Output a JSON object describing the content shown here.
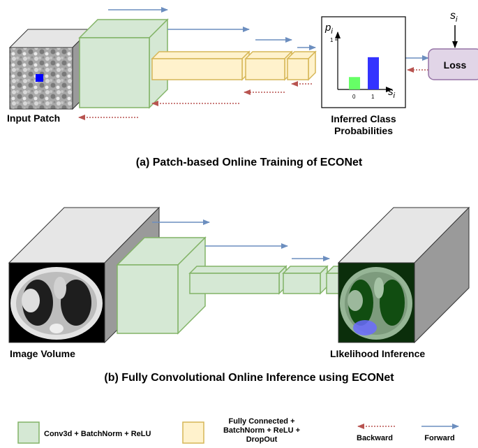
{
  "panel_a": {
    "caption": "(a) Patch-based Online Training of ECONet",
    "input_label": "Input Patch",
    "prob_label_line1": "Inferred Class",
    "prob_label_line2": "Probabilities",
    "prob_axis_y": "p",
    "prob_axis_y_sub": "i",
    "prob_axis_x": "s",
    "prob_axis_x_sub": "i",
    "prob_tick_y": "1",
    "prob_tick_x0": "0",
    "prob_tick_x1": "1",
    "loss_label": "Loss",
    "target_label": "s",
    "target_sub": "i",
    "bar_values": [
      0.25,
      0.65
    ]
  },
  "panel_b": {
    "caption": "(b) Fully Convolutional Online Inference using ECONet",
    "input_label": "Image Volume",
    "output_label": "LIkelihood Inference"
  },
  "legend": {
    "conv_label": "Conv3d + BatchNorm + ReLU",
    "fc_line1": "Fully Connected +",
    "fc_line2": "BatchNorm + ReLU +",
    "fc_line3": "DropOut",
    "backward_label": "Backward",
    "forward_label": "Forward"
  },
  "colors": {
    "conv_fill": "#d5e8d4",
    "conv_stroke": "#82b366",
    "fc_fill": "#fff2cc",
    "fc_stroke": "#d6b656",
    "forward_arrow": "#6c8ebf",
    "backward_arrow": "#b85450",
    "loss_fill": "#e1d5e7",
    "loss_stroke": "#9673a6",
    "bar0": "#66ff66",
    "bar1": "#3333ff"
  }
}
